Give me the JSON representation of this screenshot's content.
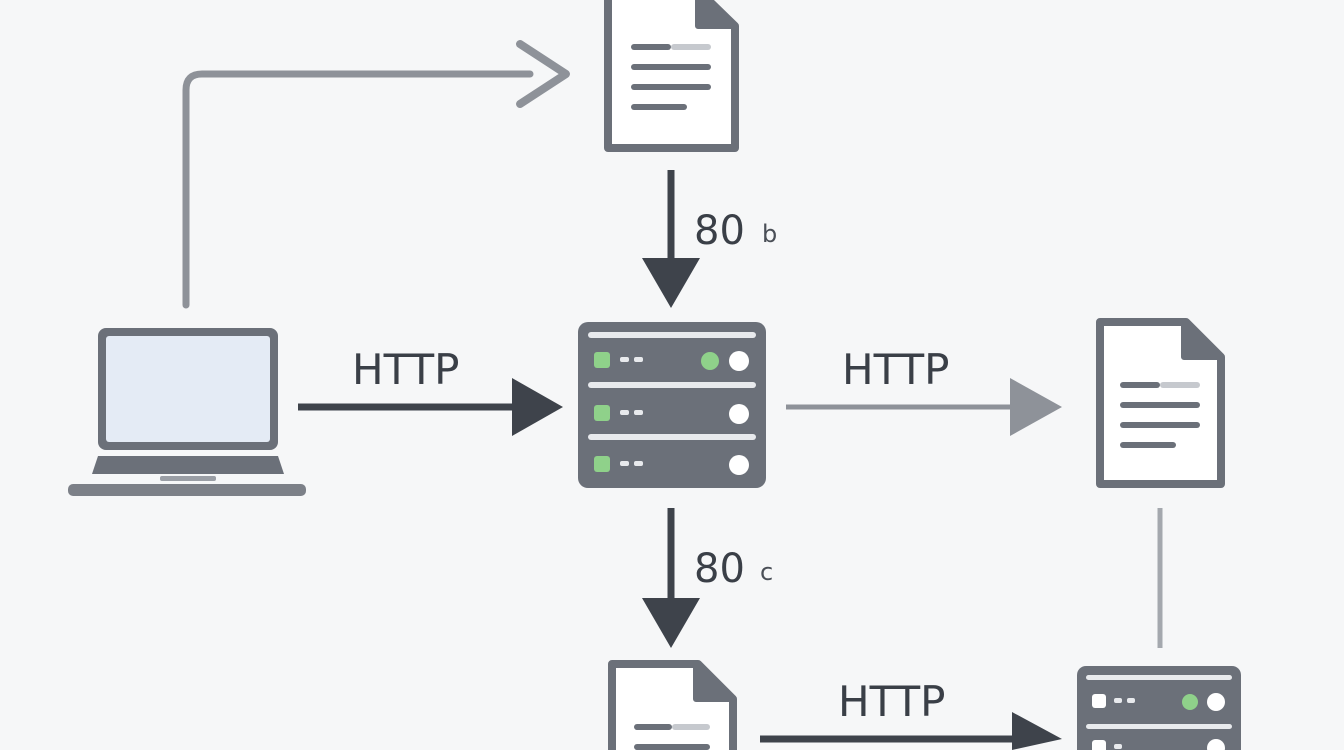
{
  "labels": {
    "http_client_server": "HTTP",
    "http_server_doc": "HTTP",
    "http_bottom": "HTTP",
    "port_top_number": "80",
    "port_top_suffix": "b",
    "port_bottom_number": "80",
    "port_bottom_suffix": "c"
  },
  "nodes": {
    "client": "laptop-icon",
    "top_document": "document-icon",
    "server_center": "server-icon",
    "right_document": "document-icon",
    "bottom_document": "document-icon",
    "server_bottom_right": "server-icon"
  },
  "colors": {
    "background": "#f6f7f8",
    "dark_arrow": "#3e434b",
    "light_arrow": "#8e9299",
    "icon_stroke": "#6b7079",
    "server_body": "#6b7079",
    "led_green": "#8fd18a",
    "screen_fill": "#e4ebf5"
  }
}
